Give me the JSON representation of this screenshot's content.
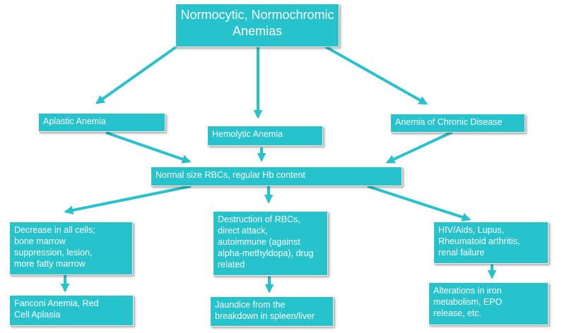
{
  "colors": {
    "box_fill": "#27c3cc",
    "box_text": "#ffffff",
    "arrow": "#27c3cc"
  },
  "nodes": {
    "root": "Normocytic, Normochromic\nAnemias",
    "aplastic": "Aplastic Anemia",
    "hemolytic": "Hemolytic Anemia",
    "chronic": "Anemia of Chronic Disease",
    "normal": "Normal size RBCs, regular Hb content",
    "decrease": "Decrease in all cells;\nbone marrow\nsuppression, lesion,\nmore fatty marrow",
    "destruction": "Destruction of RBCs,\ndirect attack,\nautoimmune (against\nalpha-methyldopa), drug\nrelated",
    "hiv": "HIV/Aids, Lupus,\nRheumatoid arthritis,\nrenal failure",
    "fanconi": "Fanconi Anemia, Red\nCell Aplasia",
    "jaundice": "Jaundice from the\nbreakdown in spleen/liver",
    "alterations": "Alterations in iron\nmetabolism, EPO\nrelease, etc."
  }
}
